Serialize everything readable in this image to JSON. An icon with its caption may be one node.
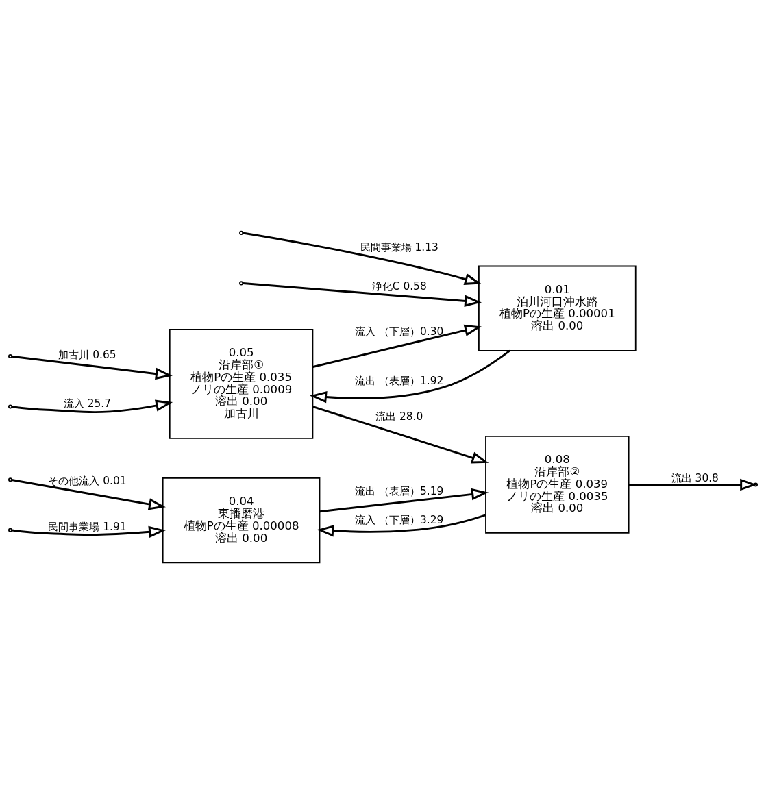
{
  "diagram": {
    "nodes": [
      {
        "text": [
          "0.04",
          "東播磨港",
          "植物Pの生産 0.00008",
          "溶出 0.00"
        ]
      },
      {
        "text": [
          "0.08",
          "沿岸部②",
          "植物Pの生産 0.039",
          "ノリの生産 0.0035",
          "溶出 0.00"
        ]
      },
      {
        "text": [
          "0.01",
          "泊川河口沖水路",
          "植物Pの生産 0.00001",
          "溶出 0.00"
        ]
      },
      {
        "text": [
          "0.05",
          "沿岸部①",
          "植物Pの生産 0.035",
          "ノリの生産 0.0009",
          "溶出 0.00",
          "加古川"
        ]
      }
    ],
    "edges": [
      {
        "from": null,
        "to": 0,
        "arrow": "to",
        "label": "その他流入 0.01"
      },
      {
        "from": null,
        "to": 0,
        "arrow": "to",
        "label": "民間事業場 1.91"
      },
      {
        "from": 0,
        "to": 1,
        "arrow": "to",
        "label": "流出 （表層）5.19"
      },
      {
        "from": 1,
        "to": 0,
        "arrow": "to",
        "label": "流入 （下層）3.29"
      },
      {
        "from": 1,
        "to": null,
        "arrow": "to",
        "label": "流出 30.8"
      },
      {
        "from": null,
        "to": 2,
        "arrow": "to",
        "label": "民間事業場 1.13"
      },
      {
        "from": null,
        "to": 2,
        "arrow": "to",
        "label": "浄化C 0.58"
      },
      {
        "from": 2,
        "to": 3,
        "arrow": "to",
        "label": "流出 （表層）1.92"
      },
      {
        "from": 3,
        "to": 2,
        "arrow": "to",
        "label": "流入 （下層）0.30"
      },
      {
        "from": 3,
        "to": 1,
        "arrow": "to",
        "label": "流出 28.0"
      },
      {
        "from": null,
        "to": 3,
        "arrow": "to",
        "label": "加古川 0.65"
      },
      {
        "from": null,
        "to": 3,
        "arrow": "to",
        "label": "流入 25.7"
      }
    ]
  }
}
